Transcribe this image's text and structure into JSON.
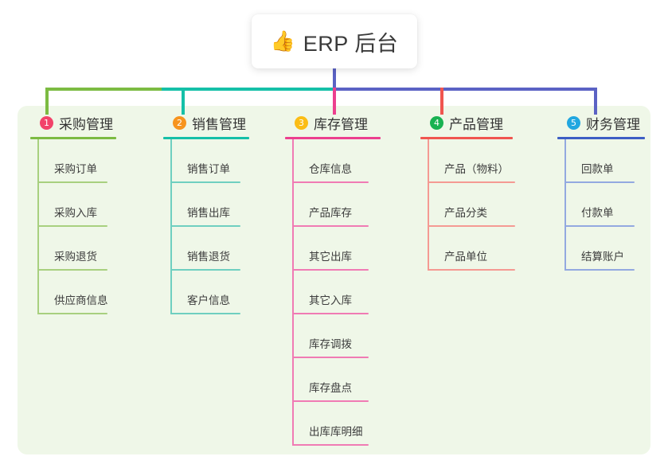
{
  "root": {
    "icon": "thumbs-up-icon",
    "icon_glyph": "👍",
    "title": "ERP 后台"
  },
  "panel": {
    "background": "#eff7e8"
  },
  "connector": {
    "trunk_color": "#5b62c4",
    "bus_segments": [
      "#7cbb42",
      "#15c0a8",
      "#5b62c4"
    ],
    "drops": [
      "#7cbb42",
      "#15c0a8",
      "#ec3f8e",
      "#f0554f",
      "#5b62c4"
    ]
  },
  "columns": [
    {
      "index": "1",
      "title": "采购管理",
      "badge_color": "#f2436a",
      "rule_color": "#7cbb42",
      "leaf_color": "#a8d07f",
      "items": [
        "采购订单",
        "采购入库",
        "采购退货",
        "供应商信息"
      ]
    },
    {
      "index": "2",
      "title": "销售管理",
      "badge_color": "#f7941e",
      "rule_color": "#15c0a8",
      "leaf_color": "#6fcfc0",
      "items": [
        "销售订单",
        "销售出库",
        "销售退货",
        "客户信息"
      ]
    },
    {
      "index": "3",
      "title": "库存管理",
      "badge_color": "#fbbd15",
      "rule_color": "#ec3f8e",
      "leaf_color": "#f07bb4",
      "items": [
        "仓库信息",
        "产品库存",
        "其它出库",
        "其它入库",
        "库存调拨",
        "库存盘点",
        "出库库明细"
      ]
    },
    {
      "index": "4",
      "title": "产品管理",
      "badge_color": "#18b251",
      "rule_color": "#f0554f",
      "leaf_color": "#f59a93",
      "items": [
        "产品（物料）",
        "产品分类",
        "产品单位"
      ]
    },
    {
      "index": "5",
      "title": "财务管理",
      "badge_color": "#21a7e0",
      "rule_color": "#3d5ec4",
      "leaf_color": "#93a9e0",
      "items": [
        "回款单",
        "付款单",
        "结算账户"
      ]
    }
  ]
}
